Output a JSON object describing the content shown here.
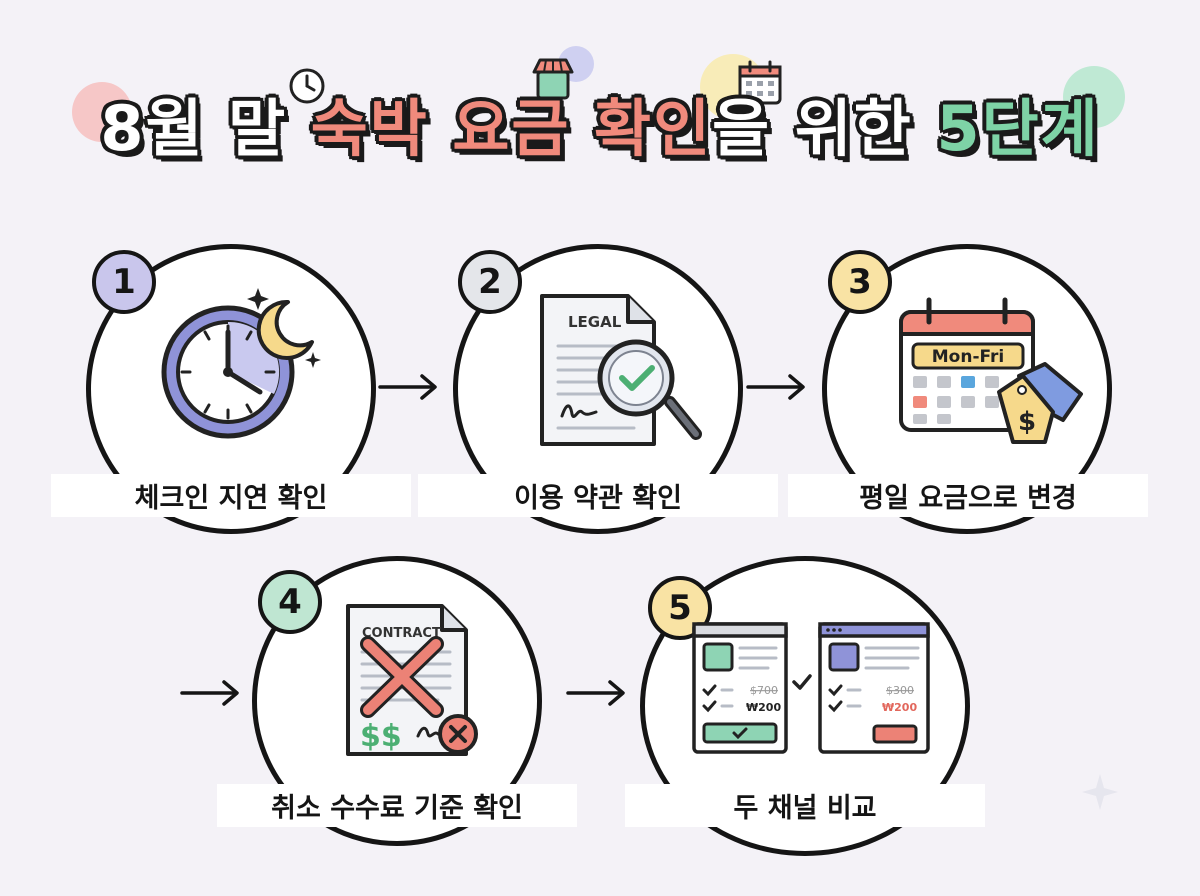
{
  "title": {
    "part1": "8월 말 ",
    "part2": "숙박 요금 확인",
    "part3": "을 위한 ",
    "part4": "5단계"
  },
  "steps": [
    {
      "number": "1",
      "label": "체크인 지연 확인",
      "icon": "clock-moon-icon",
      "badge_color": "#c9c6ec"
    },
    {
      "number": "2",
      "label": "이용 약관 확인",
      "icon": "legal-document-magnifier-icon",
      "badge_color": "#e4e6ea",
      "doc_title": "LEGAL"
    },
    {
      "number": "3",
      "label": "평일 요금으로 변경",
      "icon": "calendar-price-tag-icon",
      "badge_color": "#f9e3a4",
      "calendar_text": "Mon-Fri",
      "tag_text": "$"
    },
    {
      "number": "4",
      "label": "취소 수수료 기준 확인",
      "icon": "contract-cancel-icon",
      "badge_color": "#bfe6d2",
      "doc_title": "CONTRACT",
      "money_text": "$$"
    },
    {
      "number": "5",
      "label": "두 채널 비교",
      "icon": "compare-windows-icon",
      "badge_color": "#f9e3a4",
      "left_old_price": "$700",
      "left_new_price": "₩200",
      "right_old_price": "$300",
      "right_new_price": "₩200"
    }
  ],
  "colors": {
    "accent_red": "#f08a7c",
    "accent_green": "#7ed3a6",
    "purple": "#8f93d8",
    "blue": "#7f9be0"
  }
}
